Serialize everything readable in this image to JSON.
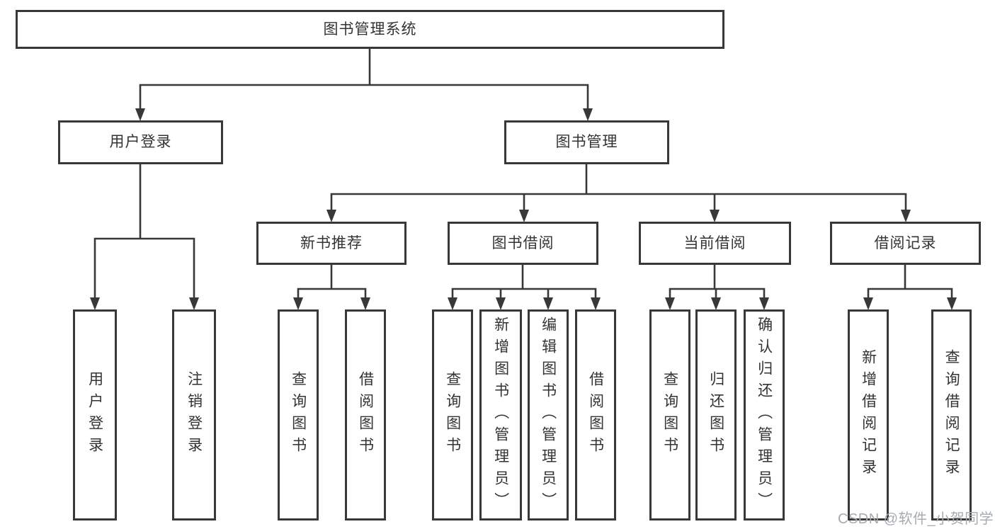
{
  "nodes": {
    "root": "图书管理系统",
    "user_login": "用户登录",
    "book_mgmt": "图书管理",
    "new_book_rec": "新书推荐",
    "book_borrow": "图书借阅",
    "current_borrow": "当前借阅",
    "borrow_record": "借阅记录",
    "ul_user_login": "用户登录",
    "ul_logout": "注销登录",
    "nb_query": "查询图书",
    "nb_borrow": "借阅图书",
    "bb_query": "查询图书",
    "bb_add": "新增图书（管理员）",
    "bb_edit": "编辑图书（管理员）",
    "bb_borrow": "借阅图书",
    "cb_query": "查询图书",
    "cb_return": "归还图书",
    "cb_confirm": "确认归还（管理员）",
    "br_add": "新增借阅记录",
    "br_query": "查询借阅记录"
  },
  "hierarchy": {
    "root": "图书管理系统",
    "children": [
      {
        "label": "用户登录",
        "children": [
          "用户登录",
          "注销登录"
        ]
      },
      {
        "label": "图书管理",
        "children": [
          {
            "label": "新书推荐",
            "children": [
              "查询图书",
              "借阅图书"
            ]
          },
          {
            "label": "图书借阅",
            "children": [
              "查询图书",
              "新增图书（管理员）",
              "编辑图书（管理员）",
              "借阅图书"
            ]
          },
          {
            "label": "当前借阅",
            "children": [
              "查询图书",
              "归还图书",
              "确认归还（管理员）"
            ]
          },
          {
            "label": "借阅记录",
            "children": [
              "新增借阅记录",
              "查询借阅记录"
            ]
          }
        ]
      }
    ]
  },
  "watermark": {
    "text": "CSDN @软件_小贺同学"
  },
  "colors": {
    "line": "#383838",
    "box_border": "#383838",
    "text": "#333333",
    "watermark": "#a6abb3",
    "background": "#ffffff"
  }
}
